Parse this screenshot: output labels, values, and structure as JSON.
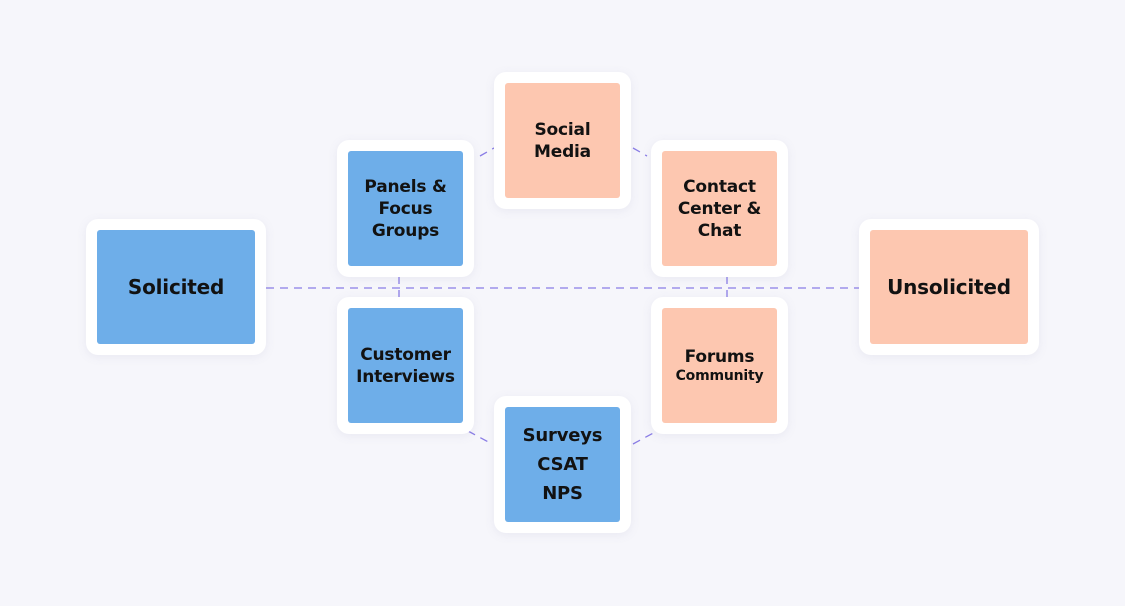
{
  "diagram": {
    "axis": {
      "left": {
        "label": "Solicited",
        "color": "#6eaee9"
      },
      "right": {
        "label": "Unsolicited",
        "color": "#fdc7b0"
      }
    },
    "nodes": {
      "social_media": {
        "lines": [
          "Social",
          "Media"
        ],
        "color": "#fdc7b0"
      },
      "panels_focus_groups": {
        "lines": [
          "Panels &",
          "Focus",
          "Groups"
        ],
        "color": "#6eaee9"
      },
      "contact_center_chat": {
        "lines": [
          "Contact",
          "Center &",
          "Chat"
        ],
        "color": "#fdc7b0"
      },
      "customer_interviews": {
        "lines": [
          "Customer",
          "Interviews"
        ],
        "color": "#6eaee9"
      },
      "forums_community": {
        "title": "Forums",
        "subtitle": "Community",
        "color": "#fdc7b0"
      },
      "surveys_csat_nps": {
        "lines": [
          "Surveys",
          "CSAT",
          "NPS"
        ],
        "color": "#6eaee9"
      }
    },
    "connector_color": "#8a7de6"
  }
}
